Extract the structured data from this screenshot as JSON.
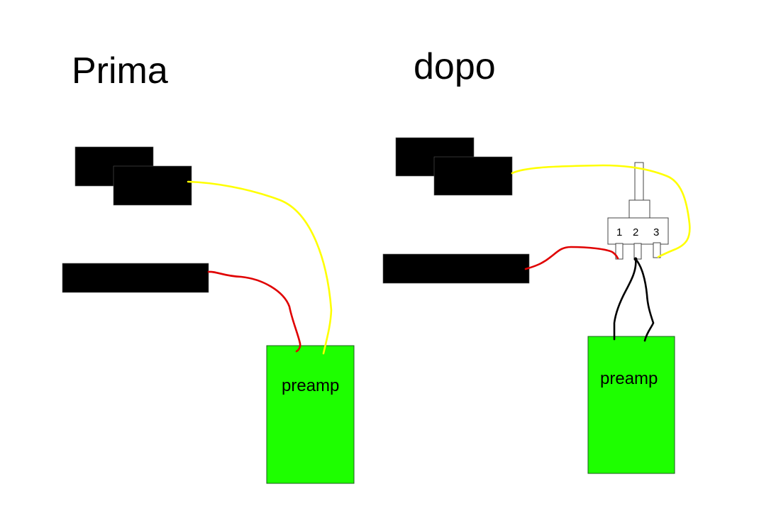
{
  "titles": {
    "before": "Prima",
    "after": "dopo"
  },
  "diagrams": {
    "before": {
      "preamp_label": "preamp",
      "wires": [
        {
          "name": "yellow-wire",
          "color": "#ffff00",
          "from": "pickup-top",
          "to": "preamp"
        },
        {
          "name": "red-wire",
          "color": "#e00000",
          "from": "pickup-bottom",
          "to": "preamp"
        }
      ]
    },
    "after": {
      "preamp_label": "preamp",
      "switch": {
        "pins": [
          "1",
          "2",
          "3"
        ]
      },
      "wires": [
        {
          "name": "yellow-wire",
          "color": "#ffff00",
          "from": "pickup-top",
          "to": "switch-pin-3"
        },
        {
          "name": "red-wire",
          "color": "#e00000",
          "from": "pickup-bottom",
          "to": "switch-pin-1"
        },
        {
          "name": "black-wire-1",
          "color": "#000000",
          "from": "switch-pin-2",
          "to": "preamp"
        },
        {
          "name": "black-wire-2",
          "color": "#000000",
          "from": "switch-pin-2",
          "to": "preamp"
        }
      ]
    }
  },
  "colors": {
    "pickup": "#000000",
    "preamp": "#1eff00",
    "preamp_border": "#1a5c1a",
    "yellow_wire": "#ffff00",
    "red_wire": "#e00000",
    "black_wire": "#000000"
  }
}
